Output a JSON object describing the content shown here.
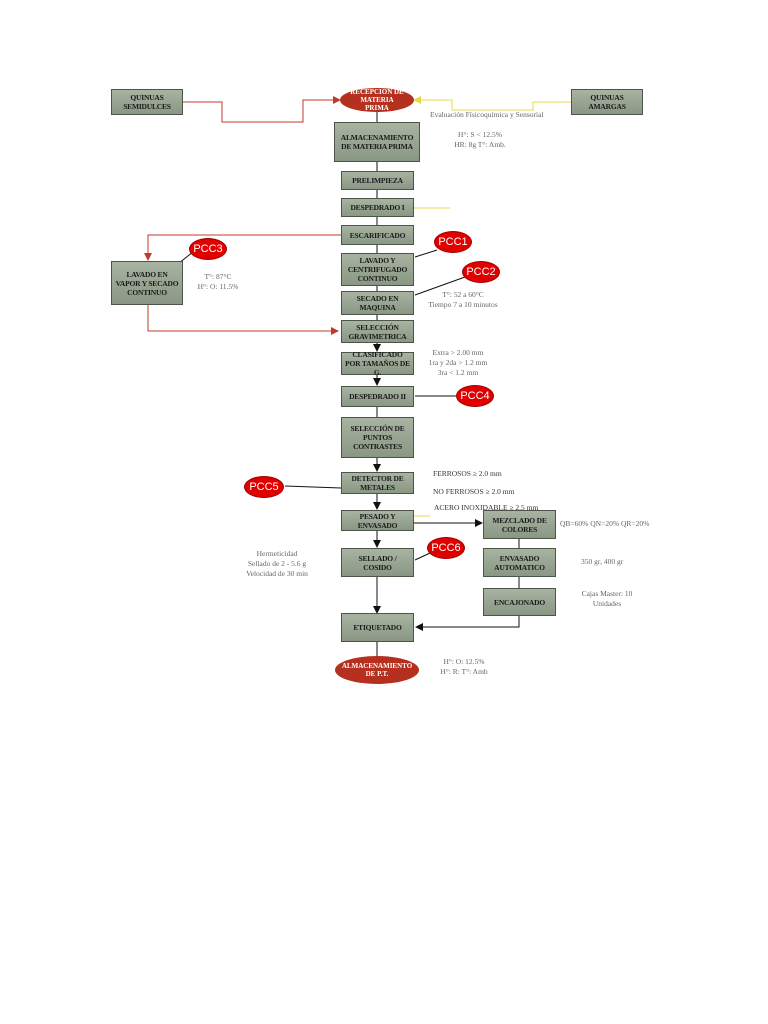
{
  "nodes": {
    "quinuas_semidulces": "QUINUAS SEMIDULCES",
    "quinuas_amargas": "QUINUAS AMARGAS",
    "recepcion": "RECEPCION DE MATERIA PRIMA",
    "almacenamiento_mp": "ALMACENAMIENTO DE MATERIA PRIMA",
    "prelimpieza": "PRELIMPIEZA",
    "despedrado_1": "DESPEDRADO I",
    "escarificado": "ESCARIFICADO",
    "lavado_centrifugado": "LAVADO Y CENTRIFUGADO CONTINUO",
    "lavado_vapor": "LAVADO EN VAPOR Y SECADO CONTINUO",
    "secado_maquina": "SECADO EN MAQUINA",
    "seleccion_grav": "SELECCIÓN GRAVIMETRICA",
    "clasificado": "CLASIFICADO POR TAMAÑOS DE G.",
    "despedrado_2": "DESPEDRADO II",
    "seleccion_puntos": "SELECCIÓN DE PUNTOS CONTRASTES",
    "detector": "DETECTOR DE METALES",
    "pesado": "PESADO Y ENVASADO",
    "mezclado": "MEZCLADO DE COLORES",
    "sellado": "SELLADO / COSIDO",
    "envasado_auto": "ENVASADO AUTOMATICO",
    "encajonado": "ENCAJONADO",
    "etiquetado": "ETIQUETADO",
    "almacenamiento_pt": "ALMACENAMIENTO DE P.T."
  },
  "pcc": {
    "pcc1": "PCC1",
    "pcc2": "PCC2",
    "pcc3": "PCC3",
    "pcc4": "PCC4",
    "pcc5": "PCC5",
    "pcc6": "PCC6"
  },
  "notes": {
    "evaluacion": "Evaluación Físicoquímica y Sensorial",
    "almac_mp_1": "H°: S < 12.5%",
    "almac_mp_2": "HR: 8g T°: Amb.",
    "vapor_1": "T°: 87°C",
    "vapor_2": "H°: O: 11.5%",
    "secado_1": "T°: 52 a 60°C",
    "secado_2": "Tiempo 7 a 10 minutos",
    "clasif_1": "Extra > 2.00 mm",
    "clasif_2": "1ra y 2da > 1.2 mm",
    "clasif_3": "3ra < 1.2 mm",
    "ferrosos": "FERROSOS ≥ 2.0 mm",
    "no_ferrosos": "NO FERROSOS ≥ 2.0 mm",
    "acero": "ACERO INOXIDABLE ≥ 2.5 mm",
    "mezcla": "QB=60% QN=20% QR=20%",
    "sellado_1": "Hermeticidad",
    "sellado_2": "Sellado de 2 - 5.6 g",
    "sellado_3": "Velocidad de 30 min",
    "envasado_peso": "350 gr, 400 gr",
    "cajas_1": "Cajas Master: 10",
    "cajas_2": "Unidades",
    "almac_pt_1": "H°: O: 12.5%",
    "almac_pt_2": "H°: R: T°: Amb"
  },
  "colors": {
    "box_fill": "#9aa693",
    "oval_fill": "#b5301e",
    "pcc_fill": "#e00000",
    "red_line": "#c0392b",
    "yellow_line": "#e8d84a",
    "black_line": "#111111"
  }
}
